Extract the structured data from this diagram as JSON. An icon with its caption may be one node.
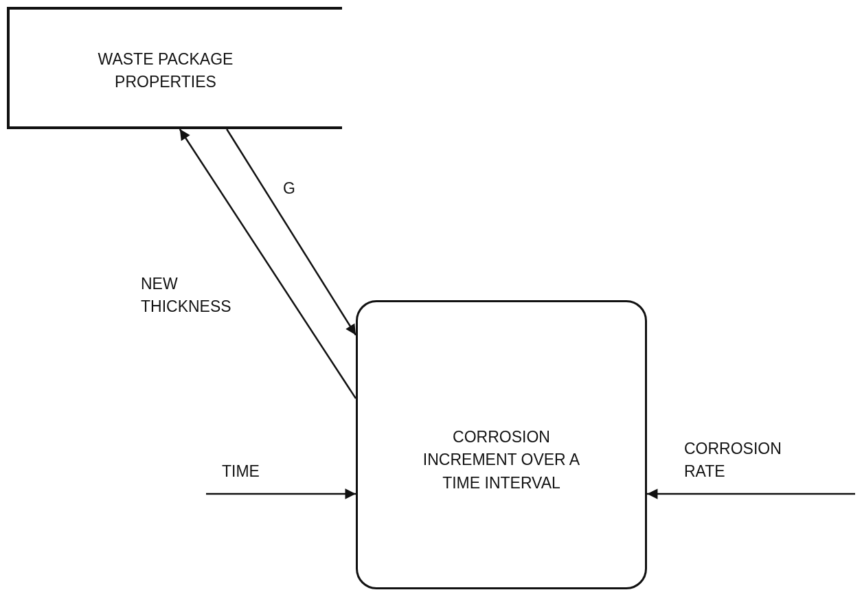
{
  "diagram": {
    "nodes": [
      {
        "text": [
          "WASTE PACKAGE PROPERTIES"
        ]
      },
      {
        "text": [
          "CORROSION INCREMENT OVER A TIME INTERVAL"
        ]
      }
    ],
    "edges": [
      {
        "from": 1,
        "to": 0,
        "arrow": "to",
        "label": "NEW THICKNESS"
      },
      {
        "from": 0,
        "to": 1,
        "arrow": "to",
        "label": "G"
      },
      {
        "from": null,
        "to": 1,
        "arrow": "to",
        "label": "TIME"
      },
      {
        "from": null,
        "to": 1,
        "arrow": "to",
        "label": "CORROSION RATE"
      }
    ]
  }
}
